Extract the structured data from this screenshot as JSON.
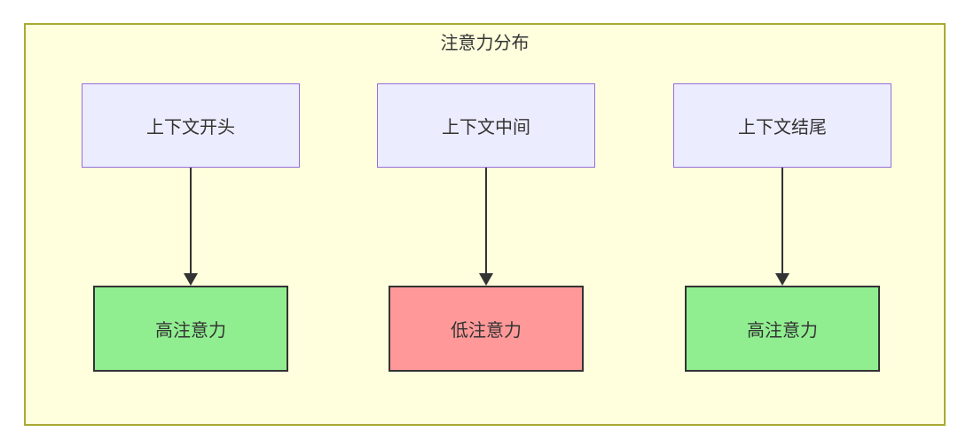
{
  "diagram": {
    "title": "注意力分布",
    "type": "flowchart",
    "colors": {
      "cluster_fill": "#ffffde",
      "cluster_border": "#aaaa33",
      "source_node_fill": "#ececff",
      "source_node_border": "#9370db",
      "high_attention_fill": "#90ee90",
      "low_attention_fill": "#ff9999",
      "result_node_border": "#333333",
      "edge_color": "#333333",
      "text_color": "#333333"
    },
    "columns": [
      {
        "source": "上下文开头",
        "target": "高注意力",
        "attention_level": "high"
      },
      {
        "source": "上下文中间",
        "target": "低注意力",
        "attention_level": "low"
      },
      {
        "source": "上下文结尾",
        "target": "高注意力",
        "attention_level": "high"
      }
    ]
  }
}
